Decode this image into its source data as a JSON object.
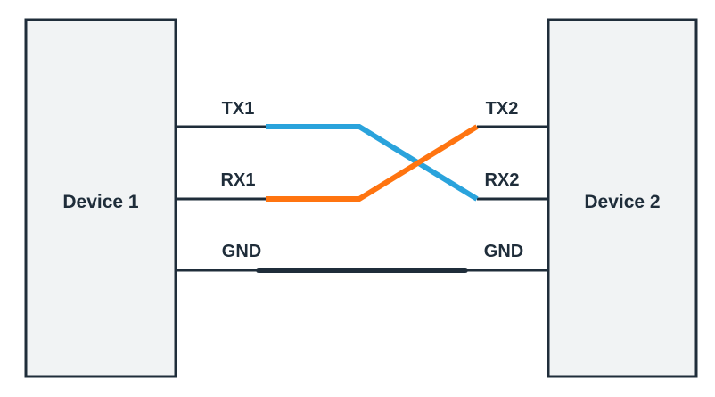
{
  "devices": {
    "left": {
      "label": "Device 1"
    },
    "right": {
      "label": "Device 2"
    }
  },
  "pins": {
    "left": {
      "tx": "TX1",
      "rx": "RX1",
      "gnd": "GND"
    },
    "right": {
      "tx": "TX2",
      "rx": "RX2",
      "gnd": "GND"
    }
  },
  "connections": [
    {
      "from": "TX1",
      "to": "RX2",
      "color": "#2aa3dc"
    },
    {
      "from": "RX1",
      "to": "TX2",
      "color": "#ff7410"
    },
    {
      "from": "GND",
      "to": "GND",
      "color": "#1f2d3a"
    }
  ],
  "colors": {
    "tx_line": "#2aa3dc",
    "rx_line": "#ff7410",
    "outline": "#1f2d3a",
    "box_fill": "#f1f3f4"
  }
}
